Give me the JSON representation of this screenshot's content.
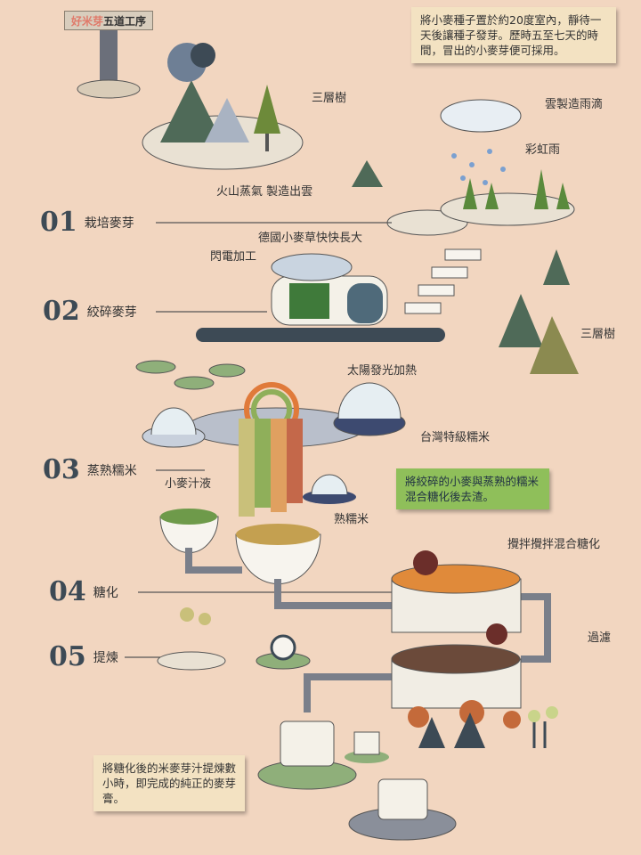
{
  "title": {
    "highlight": "好米芽",
    "rest": "五道工序"
  },
  "notes": {
    "top": "將小麥種子置於約20度室內，靜待一天後讓種子發芽。歷時五至七天的時間，冒出的小麥芽便可採用。",
    "middle": "將絞碎的小麥與蒸熟的糯米混合糖化後去渣。",
    "bottom": "將糖化後的米麥芽汁提煉數小時，即完成的純正的麥芽膏。"
  },
  "steps": [
    {
      "num": "01",
      "name": "栽培麥芽"
    },
    {
      "num": "02",
      "name": "絞碎麥芽"
    },
    {
      "num": "03",
      "name": "蒸熟糯米"
    },
    {
      "num": "04",
      "name": "糖化"
    },
    {
      "num": "05",
      "name": "提煉"
    }
  ],
  "labels": {
    "tree1": "三層樹",
    "cloud": "雲製造雨滴",
    "rainbow_rain": "彩虹雨",
    "volcano": "火山蒸氣 製造出雲",
    "wheatgrass": "德國小麥草快快長大",
    "lightning": "閃電加工",
    "tree2": "三層樹",
    "sun": "太陽發光加熱",
    "rice": "台灣特級糯米",
    "juice": "小麥汁液",
    "cooked_rice": "熟糯米",
    "stir": "攪拌攪拌混合糖化",
    "filter": "過濾"
  }
}
